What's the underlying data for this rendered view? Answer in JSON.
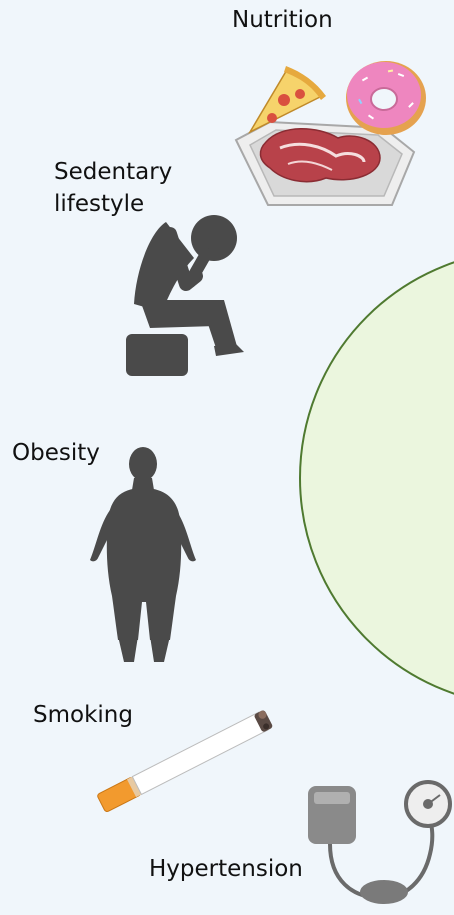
{
  "labels": {
    "nutrition": "Nutrition",
    "sedentary": "Sedentary\nlifestyle",
    "obesity": "Obesity",
    "smoking": "Smoking",
    "hypertension": "Hypertension"
  },
  "icons": {
    "nutrition": "junk-food-icon",
    "sedentary": "sitting-person-icon",
    "obesity": "obese-figure-icon",
    "smoking": "cigarette-icon",
    "hypertension": "blood-pressure-monitor-icon"
  },
  "colors": {
    "background": "#f0f6fb",
    "circle_fill": "#ebf6de",
    "circle_stroke": "#4f7a30",
    "silhouette": "#4a4a4a",
    "cigarette_filter": "#f29a2e",
    "donut_frosting": "#ee86bf",
    "pizza_crust": "#f2c75b",
    "meat": "#b8424a"
  }
}
